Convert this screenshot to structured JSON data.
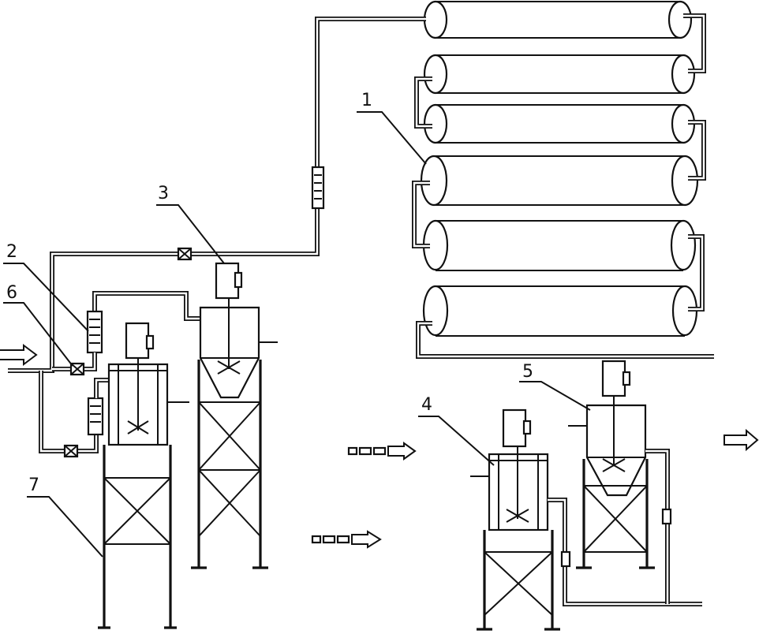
{
  "labels": {
    "reactor_coil": "1",
    "flow_meter": "2",
    "premix_tank": "3",
    "receiving_tank": "4",
    "separation_tank": "5",
    "valve": "6",
    "support_frame": "7"
  },
  "colors": {
    "line": "#111111",
    "background": "#ffffff"
  }
}
